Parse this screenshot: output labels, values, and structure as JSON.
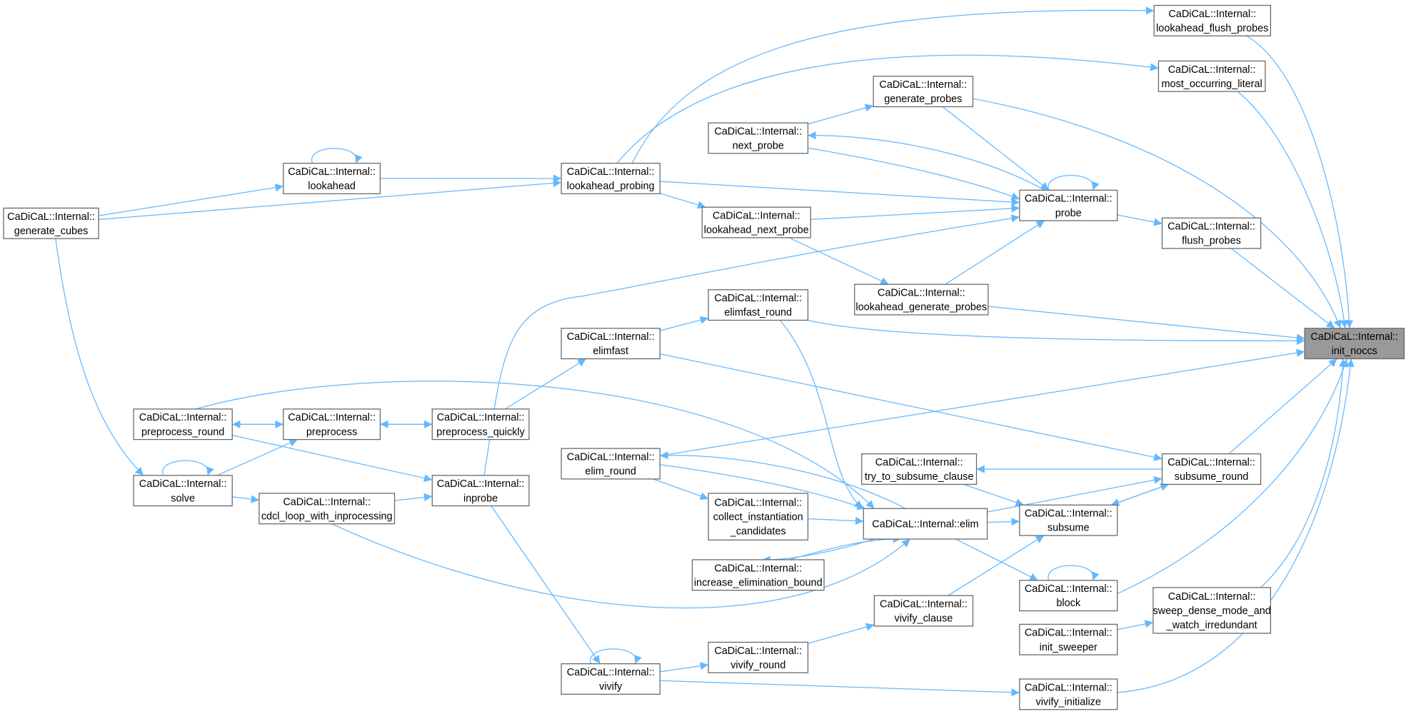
{
  "graph": {
    "title": "init_noccs caller graph",
    "edge_color": "#63b8ff",
    "root_fill": "#999999",
    "nodes": {
      "lookahead_flush_probes": [
        "CaDiCaL::Internal::",
        "lookahead_flush_probes"
      ],
      "most_occurring_literal": [
        "CaDiCaL::Internal::",
        "most_occurring_literal"
      ],
      "generate_probes": [
        "CaDiCaL::Internal::",
        "generate_probes"
      ],
      "next_probe": [
        "CaDiCaL::Internal::",
        "next_probe"
      ],
      "lookahead": [
        "CaDiCaL::Internal::",
        "lookahead"
      ],
      "lookahead_probing": [
        "CaDiCaL::Internal::",
        "lookahead_probing"
      ],
      "probe": [
        "CaDiCaL::Internal::",
        "probe"
      ],
      "generate_cubes": [
        "CaDiCaL::Internal::",
        "generate_cubes"
      ],
      "lookahead_next_probe": [
        "CaDiCaL::Internal::",
        "lookahead_next_probe"
      ],
      "flush_probes": [
        "CaDiCaL::Internal::",
        "flush_probes"
      ],
      "lookahead_generate_probes": [
        "CaDiCaL::Internal::",
        "lookahead_generate_probes"
      ],
      "elimfast_round": [
        "CaDiCaL::Internal::",
        "elimfast_round"
      ],
      "elimfast": [
        "CaDiCaL::Internal::",
        "elimfast"
      ],
      "init_noccs": [
        "CaDiCaL::Internal::",
        "init_noccs"
      ],
      "preprocess_round": [
        "CaDiCaL::Internal::",
        "preprocess_round"
      ],
      "preprocess": [
        "CaDiCaL::Internal::",
        "preprocess"
      ],
      "preprocess_quickly": [
        "CaDiCaL::Internal::",
        "preprocess_quickly"
      ],
      "try_to_subsume_clause": [
        "CaDiCaL::Internal::",
        "try_to_subsume_clause"
      ],
      "subsume_round": [
        "CaDiCaL::Internal::",
        "subsume_round"
      ],
      "elim_round": [
        "CaDiCaL::Internal::",
        "elim_round"
      ],
      "solve": [
        "CaDiCaL::Internal::",
        "solve"
      ],
      "cdcl_loop_with_inprocessing": [
        "CaDiCaL::Internal::",
        "cdcl_loop_with_inprocessing"
      ],
      "inprobe": [
        "CaDiCaL::Internal::",
        "inprobe"
      ],
      "collect_instantiation_candidates": [
        "CaDiCaL::Internal::",
        "collect_instantiation",
        "_candidates"
      ],
      "elim": [
        "CaDiCaL::Internal::elim"
      ],
      "subsume": [
        "CaDiCaL::Internal::",
        "subsume"
      ],
      "increase_elimination_bound": [
        "CaDiCaL::Internal::",
        "increase_elimination_bound"
      ],
      "block": [
        "CaDiCaL::Internal::",
        "block"
      ],
      "sweep_dense_mode_and_watch_irredundant": [
        "CaDiCaL::Internal::",
        "sweep_dense_mode_and",
        "_watch_irredundant"
      ],
      "vivify_clause": [
        "CaDiCaL::Internal::",
        "vivify_clause"
      ],
      "init_sweeper": [
        "CaDiCaL::Internal::",
        "init_sweeper"
      ],
      "vivify_round": [
        "CaDiCaL::Internal::",
        "vivify_round"
      ],
      "vivify": [
        "CaDiCaL::Internal::",
        "vivify"
      ],
      "vivify_initialize": [
        "CaDiCaL::Internal::",
        "vivify_initialize"
      ]
    },
    "root": "init_noccs",
    "edges": [
      [
        "generate_cubes",
        "lookahead"
      ],
      [
        "generate_cubes",
        "lookahead_probing"
      ],
      [
        "generate_cubes",
        "solve"
      ],
      [
        "lookahead",
        "lookahead"
      ],
      [
        "lookahead",
        "lookahead_probing"
      ],
      [
        "lookahead_probing",
        "lookahead_flush_probes"
      ],
      [
        "lookahead_probing",
        "most_occurring_literal"
      ],
      [
        "lookahead_probing",
        "probe"
      ],
      [
        "lookahead_probing",
        "lookahead_next_probe"
      ],
      [
        "next_probe",
        "generate_probes"
      ],
      [
        "next_probe",
        "probe"
      ],
      [
        "probe",
        "next_probe"
      ],
      [
        "probe",
        "probe"
      ],
      [
        "generate_probes",
        "probe"
      ],
      [
        "generate_probes",
        "init_noccs"
      ],
      [
        "lookahead_next_probe",
        "probe"
      ],
      [
        "lookahead_next_probe",
        "lookahead_generate_probes"
      ],
      [
        "lookahead_generate_probes",
        "probe"
      ],
      [
        "lookahead_generate_probes",
        "init_noccs"
      ],
      [
        "probe",
        "flush_probes"
      ],
      [
        "flush_probes",
        "init_noccs"
      ],
      [
        "lookahead_flush_probes",
        "init_noccs"
      ],
      [
        "most_occurring_literal",
        "init_noccs"
      ],
      [
        "inprobe",
        "probe"
      ],
      [
        "elimfast_round",
        "init_noccs"
      ],
      [
        "elimfast_round",
        "elim"
      ],
      [
        "elimfast",
        "elimfast_round"
      ],
      [
        "elimfast",
        "subsume_round"
      ],
      [
        "preprocess_quickly",
        "elimfast"
      ],
      [
        "preprocess_quickly",
        "preprocess"
      ],
      [
        "preprocess",
        "preprocess_quickly"
      ],
      [
        "preprocess",
        "preprocess_round"
      ],
      [
        "preprocess_round",
        "preprocess"
      ],
      [
        "preprocess_round",
        "elim"
      ],
      [
        "preprocess_round",
        "inprobe"
      ],
      [
        "solve",
        "solve"
      ],
      [
        "solve",
        "preprocess"
      ],
      [
        "solve",
        "cdcl_loop_with_inprocessing"
      ],
      [
        "cdcl_loop_with_inprocessing",
        "inprobe"
      ],
      [
        "cdcl_loop_with_inprocessing",
        "elim"
      ],
      [
        "inprobe",
        "vivify"
      ],
      [
        "elim_round",
        "init_noccs"
      ],
      [
        "elim_round",
        "collect_instantiation_candidates"
      ],
      [
        "elim_round",
        "elim"
      ],
      [
        "elim",
        "elim_round"
      ],
      [
        "collect_instantiation_candidates",
        "elim"
      ],
      [
        "elim",
        "increase_elimination_bound"
      ],
      [
        "increase_elimination_bound",
        "elim"
      ],
      [
        "elim",
        "subsume"
      ],
      [
        "elim",
        "subsume_round"
      ],
      [
        "elim",
        "block"
      ],
      [
        "subsume_round",
        "try_to_subsume_clause"
      ],
      [
        "subsume_round",
        "subsume"
      ],
      [
        "subsume",
        "subsume_round"
      ],
      [
        "subsume_round",
        "init_noccs"
      ],
      [
        "try_to_subsume_clause",
        "subsume"
      ],
      [
        "vivify_clause",
        "subsume"
      ],
      [
        "block",
        "block"
      ],
      [
        "block",
        "init_noccs"
      ],
      [
        "sweep_dense_mode_and_watch_irredundant",
        "init_noccs"
      ],
      [
        "init_sweeper",
        "sweep_dense_mode_and_watch_irredundant"
      ],
      [
        "vivify_round",
        "vivify_clause"
      ],
      [
        "vivify",
        "vivify"
      ],
      [
        "vivify",
        "vivify_round"
      ],
      [
        "vivify",
        "vivify_initialize"
      ],
      [
        "vivify_initialize",
        "init_noccs"
      ]
    ]
  }
}
